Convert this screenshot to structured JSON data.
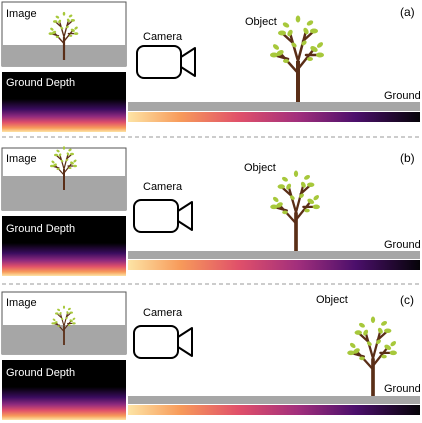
{
  "panels": [
    {
      "id": "a",
      "tag": "(a)",
      "image_label": "Image",
      "depth_label": "Ground Depth",
      "camera_label": "Camera",
      "object_label": "Object",
      "ground_label": "Ground"
    },
    {
      "id": "b",
      "tag": "(b)",
      "image_label": "Image",
      "depth_label": "Ground Depth",
      "camera_label": "Camera",
      "object_label": "Object",
      "ground_label": "Ground"
    },
    {
      "id": "c",
      "tag": "(c)",
      "image_label": "Image",
      "depth_label": "Ground Depth",
      "camera_label": "Camera",
      "object_label": "Object",
      "ground_label": "Ground"
    }
  ],
  "colors": {
    "ground": "#a6a6a6",
    "trunk": "#5a2e17",
    "leaf": "#a7c83b",
    "depth_far": "#000000",
    "depth_mid1": "#4b0f6b",
    "depth_mid2": "#b5367a",
    "depth_mid3": "#f57d4a",
    "depth_near": "#fde4a5",
    "divider": "#9a9a9a"
  }
}
